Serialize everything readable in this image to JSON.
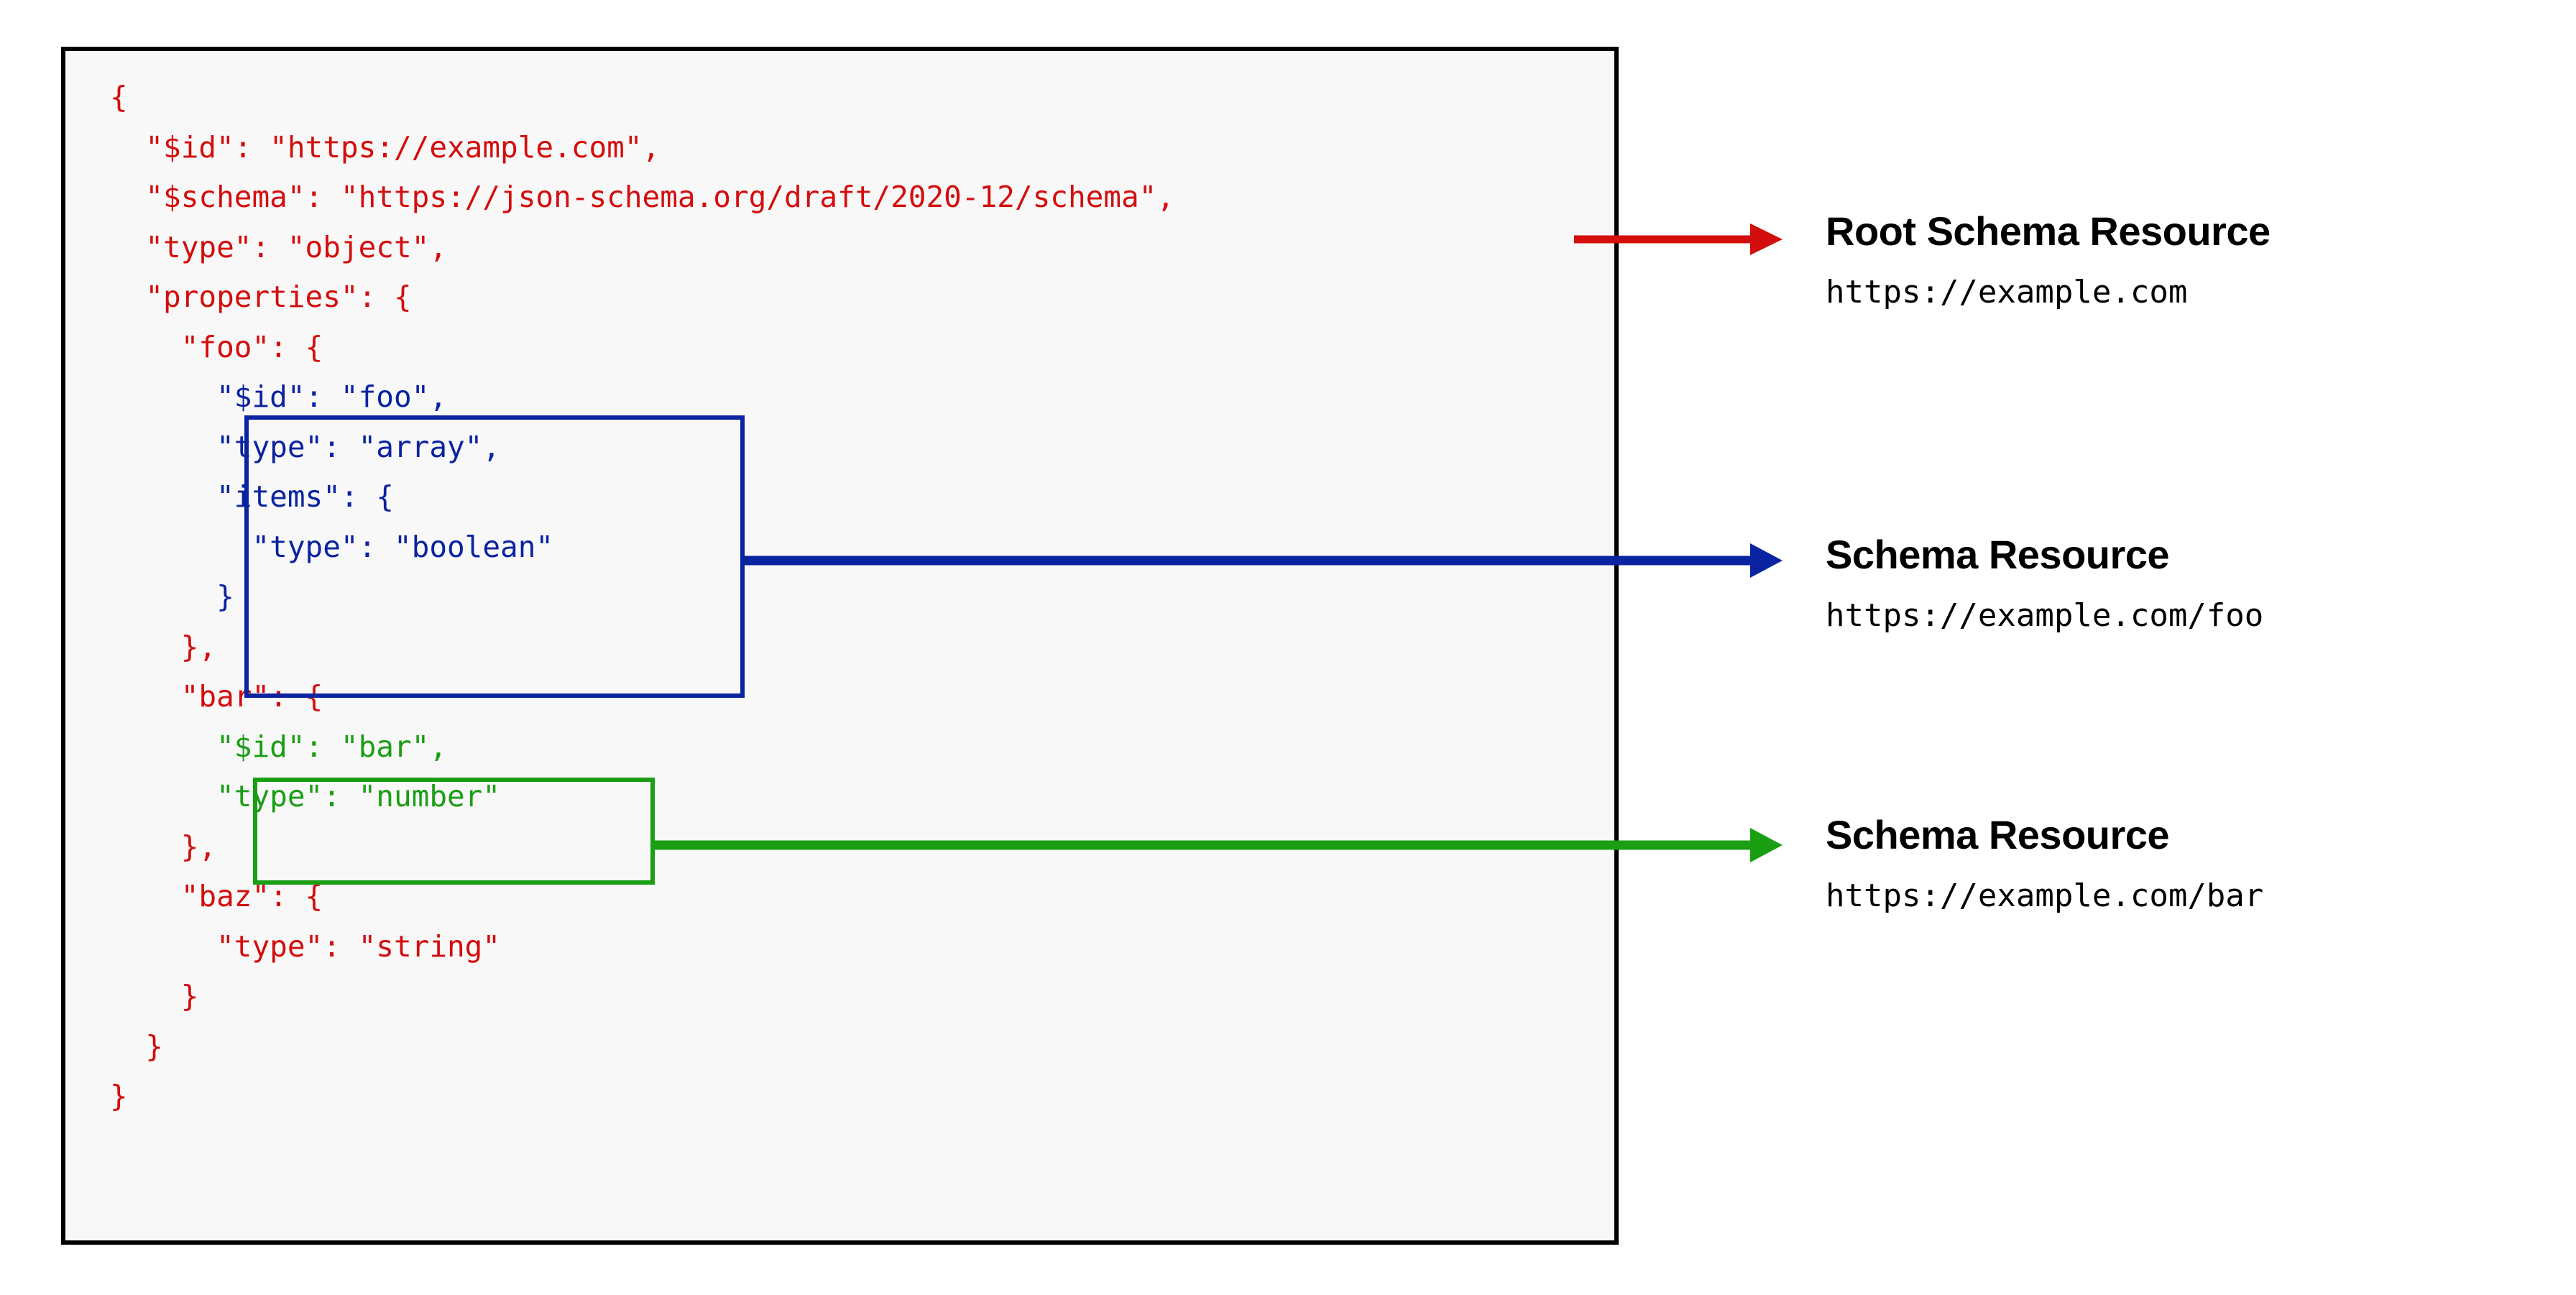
{
  "diagram": {
    "title": "JSON Schema resource identification",
    "colors": {
      "root_accent": "#d40d0d",
      "foo_accent": "#0a23a0",
      "bar_accent": "#1a9e14",
      "panel_border": "#000000",
      "panel_background": "#f8f8f8",
      "label_text": "#000000"
    }
  },
  "code": {
    "language": "json",
    "lines": [
      {
        "segments": [
          {
            "text": "{",
            "color": "red"
          }
        ]
      },
      {
        "segments": [
          {
            "text": "  \"$id\": \"https://example.com\",",
            "color": "red"
          }
        ]
      },
      {
        "segments": [
          {
            "text": "  \"$schema\": \"https://json-schema.org/draft/2020-12/schema\",",
            "color": "red"
          }
        ]
      },
      {
        "segments": [
          {
            "text": "  \"type\": \"object\",",
            "color": "red"
          }
        ]
      },
      {
        "segments": [
          {
            "text": "  \"properties\": {",
            "color": "red"
          }
        ]
      },
      {
        "segments": [
          {
            "text": "    \"foo\": {",
            "color": "red"
          }
        ]
      },
      {
        "segments": [
          {
            "text": "      \"$id\": \"foo\",",
            "color": "blue"
          }
        ]
      },
      {
        "segments": [
          {
            "text": "      \"type\": \"array\",",
            "color": "blue"
          }
        ]
      },
      {
        "segments": [
          {
            "text": "      \"items\": {",
            "color": "blue"
          }
        ]
      },
      {
        "segments": [
          {
            "text": "        \"type\": \"boolean\"",
            "color": "blue"
          }
        ]
      },
      {
        "segments": [
          {
            "text": "      }",
            "color": "blue"
          }
        ]
      },
      {
        "segments": [
          {
            "text": "    },",
            "color": "red"
          }
        ]
      },
      {
        "segments": [
          {
            "text": "    \"bar\": {",
            "color": "red"
          }
        ]
      },
      {
        "segments": [
          {
            "text": "      \"$id\": \"bar\",",
            "color": "green"
          }
        ]
      },
      {
        "segments": [
          {
            "text": "      \"type\": \"number\"",
            "color": "green"
          }
        ]
      },
      {
        "segments": [
          {
            "text": "    },",
            "color": "red"
          }
        ]
      },
      {
        "segments": [
          {
            "text": "    \"baz\": {",
            "color": "red"
          }
        ]
      },
      {
        "segments": [
          {
            "text": "      \"type\": \"string\"",
            "color": "red"
          }
        ]
      },
      {
        "segments": [
          {
            "text": "    }",
            "color": "red"
          }
        ]
      },
      {
        "segments": [
          {
            "text": "  }",
            "color": "red"
          }
        ]
      },
      {
        "segments": [
          {
            "text": "}",
            "color": "red"
          }
        ]
      }
    ]
  },
  "callouts": [
    {
      "id": "root",
      "title": "Root Schema Resource",
      "url": "https://example.com",
      "accent": "#d40d0d"
    },
    {
      "id": "foo",
      "title": "Schema Resource",
      "url": "https://example.com/foo",
      "accent": "#0a23a0"
    },
    {
      "id": "bar",
      "title": "Schema Resource",
      "url": "https://example.com/bar",
      "accent": "#1a9e14"
    }
  ]
}
